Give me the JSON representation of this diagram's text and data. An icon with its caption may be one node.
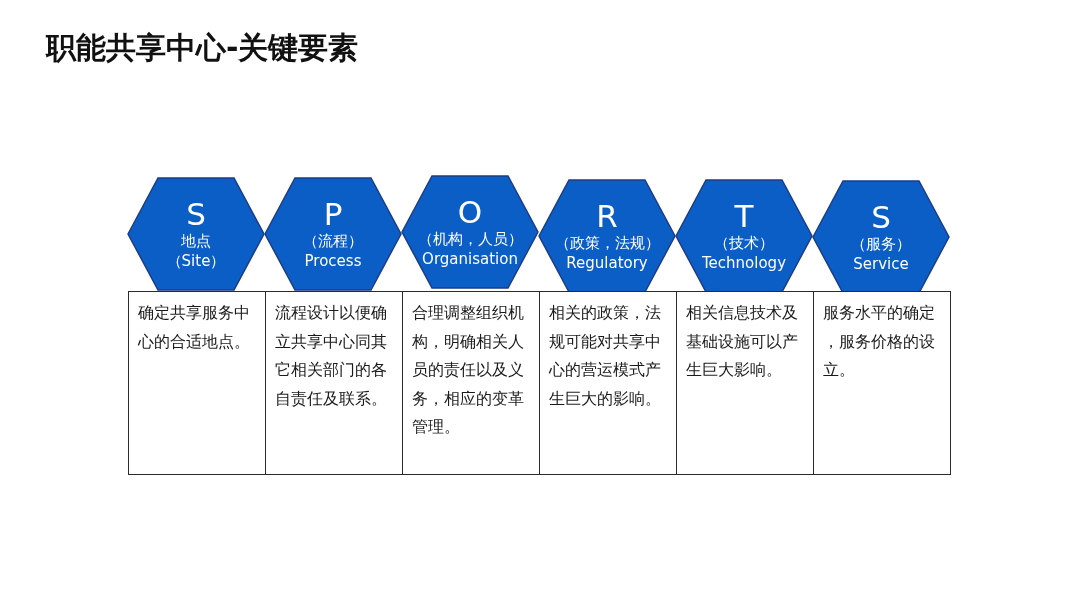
{
  "diagram": {
    "title": "职能共享中心-关键要素",
    "nodes": [
      {
        "text": [
          "S",
          "地点",
          "（Site）"
        ]
      },
      {
        "text": [
          "P",
          "（流程）",
          "Process"
        ]
      },
      {
        "text": [
          "O",
          "（机构，人员）",
          "Organisation"
        ]
      },
      {
        "text": [
          "R",
          "（政策，法规）",
          "Regulatory"
        ]
      },
      {
        "text": [
          "T",
          "（技术）",
          "Technology"
        ]
      },
      {
        "text": [
          "S",
          "（服务）",
          "Service"
        ]
      },
      {
        "text": [
          "确定共享服务中心的合适地点。"
        ]
      },
      {
        "text": [
          "流程设计以便确立共享中心同其它相关部门的各自责任及联系。"
        ]
      },
      {
        "text": [
          "合理调整组织机构，明确相关人员的责任以及义务，相应的变革管理。"
        ]
      },
      {
        "text": [
          "相关的政策，法规可能对共享中心的营运模式产生巨大的影响。"
        ]
      },
      {
        "text": [
          "相关信息技术及基础设施可以产生巨大影响。"
        ]
      },
      {
        "text": [
          "服务水平的确定，服务价格的设立。"
        ]
      }
    ]
  }
}
